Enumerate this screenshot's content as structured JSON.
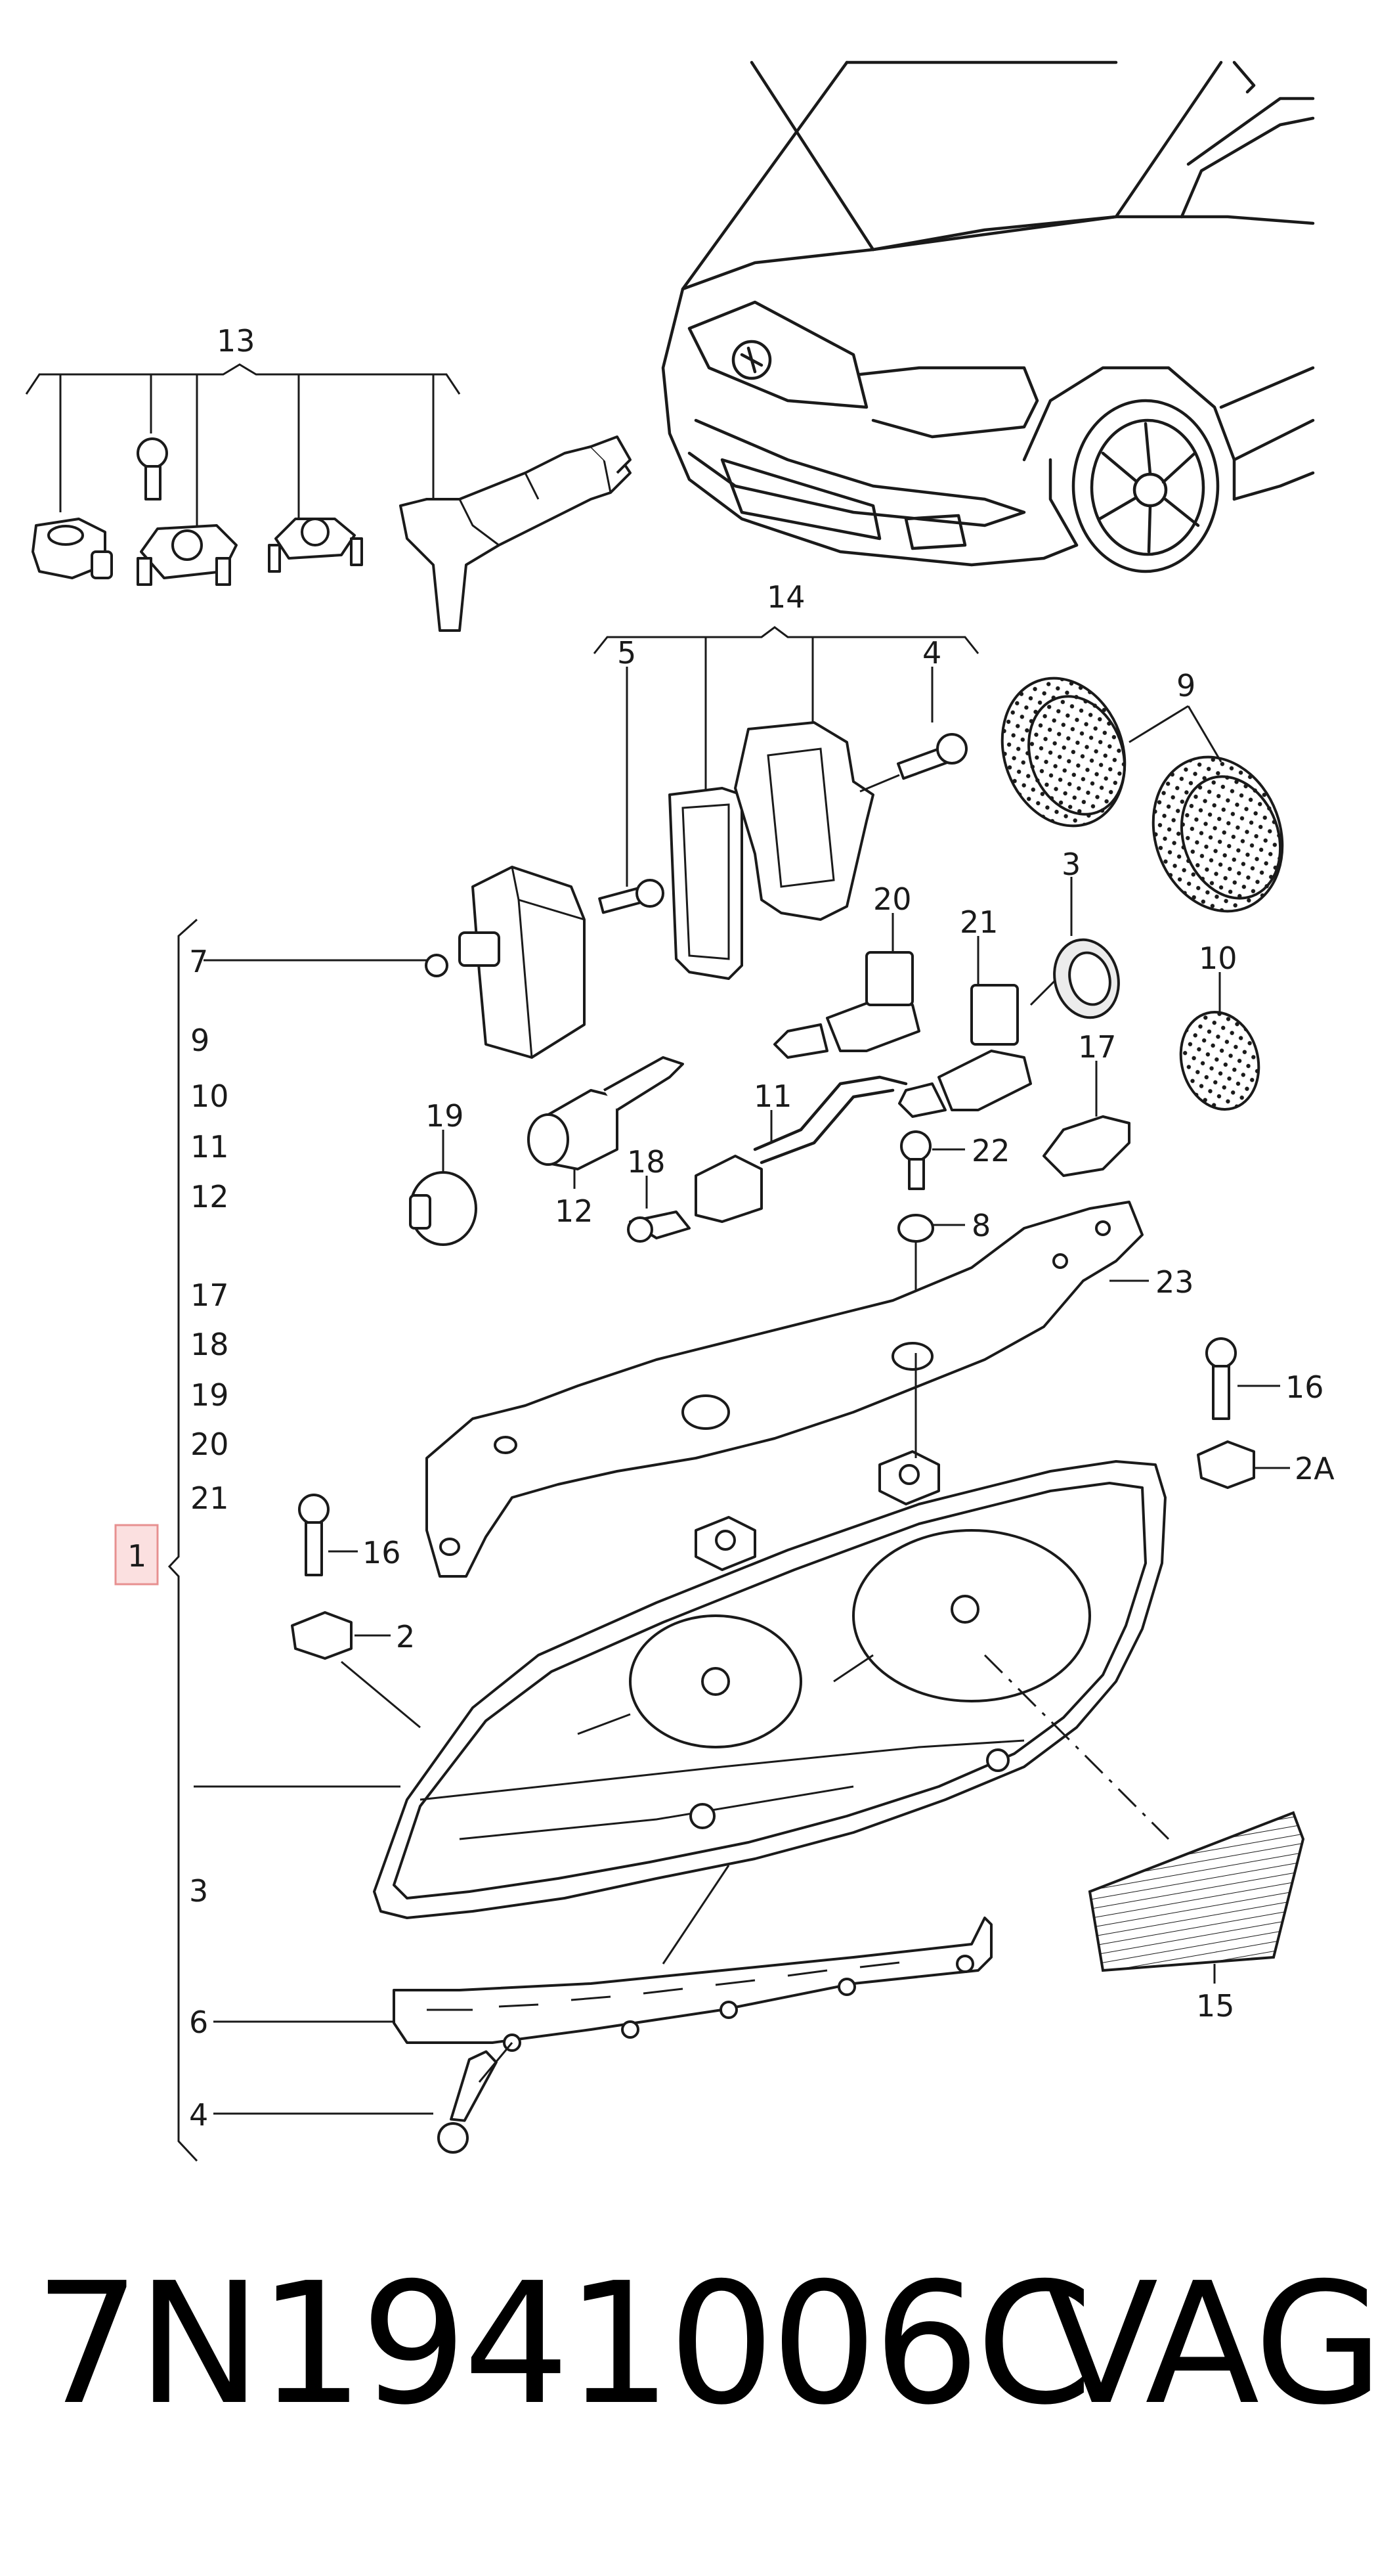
{
  "diagram": {
    "callouts": {
      "c13": "13",
      "c14": "14",
      "c5": "5",
      "c4top": "4",
      "c9": "9",
      "c20": "20",
      "c21": "21",
      "c3top": "3",
      "c10": "10",
      "c11": "11",
      "c17": "17",
      "c19": "19",
      "c12": "12",
      "c18": "18",
      "c22": "22",
      "c8": "8",
      "c23": "23",
      "c16a": "16",
      "c2a": "2A",
      "c16b": "16",
      "c2": "2",
      "c15": "15",
      "c6": "6",
      "c4bot": "4",
      "c7": "7",
      "c1": "1",
      "c3left": "3"
    },
    "assembly_list": [
      "9",
      "10",
      "11",
      "12",
      "17",
      "18",
      "19",
      "20",
      "21"
    ],
    "highlight_color": "#f4a6a6"
  },
  "caption": {
    "part_number": "7N1941006C",
    "brand": "VAG"
  }
}
